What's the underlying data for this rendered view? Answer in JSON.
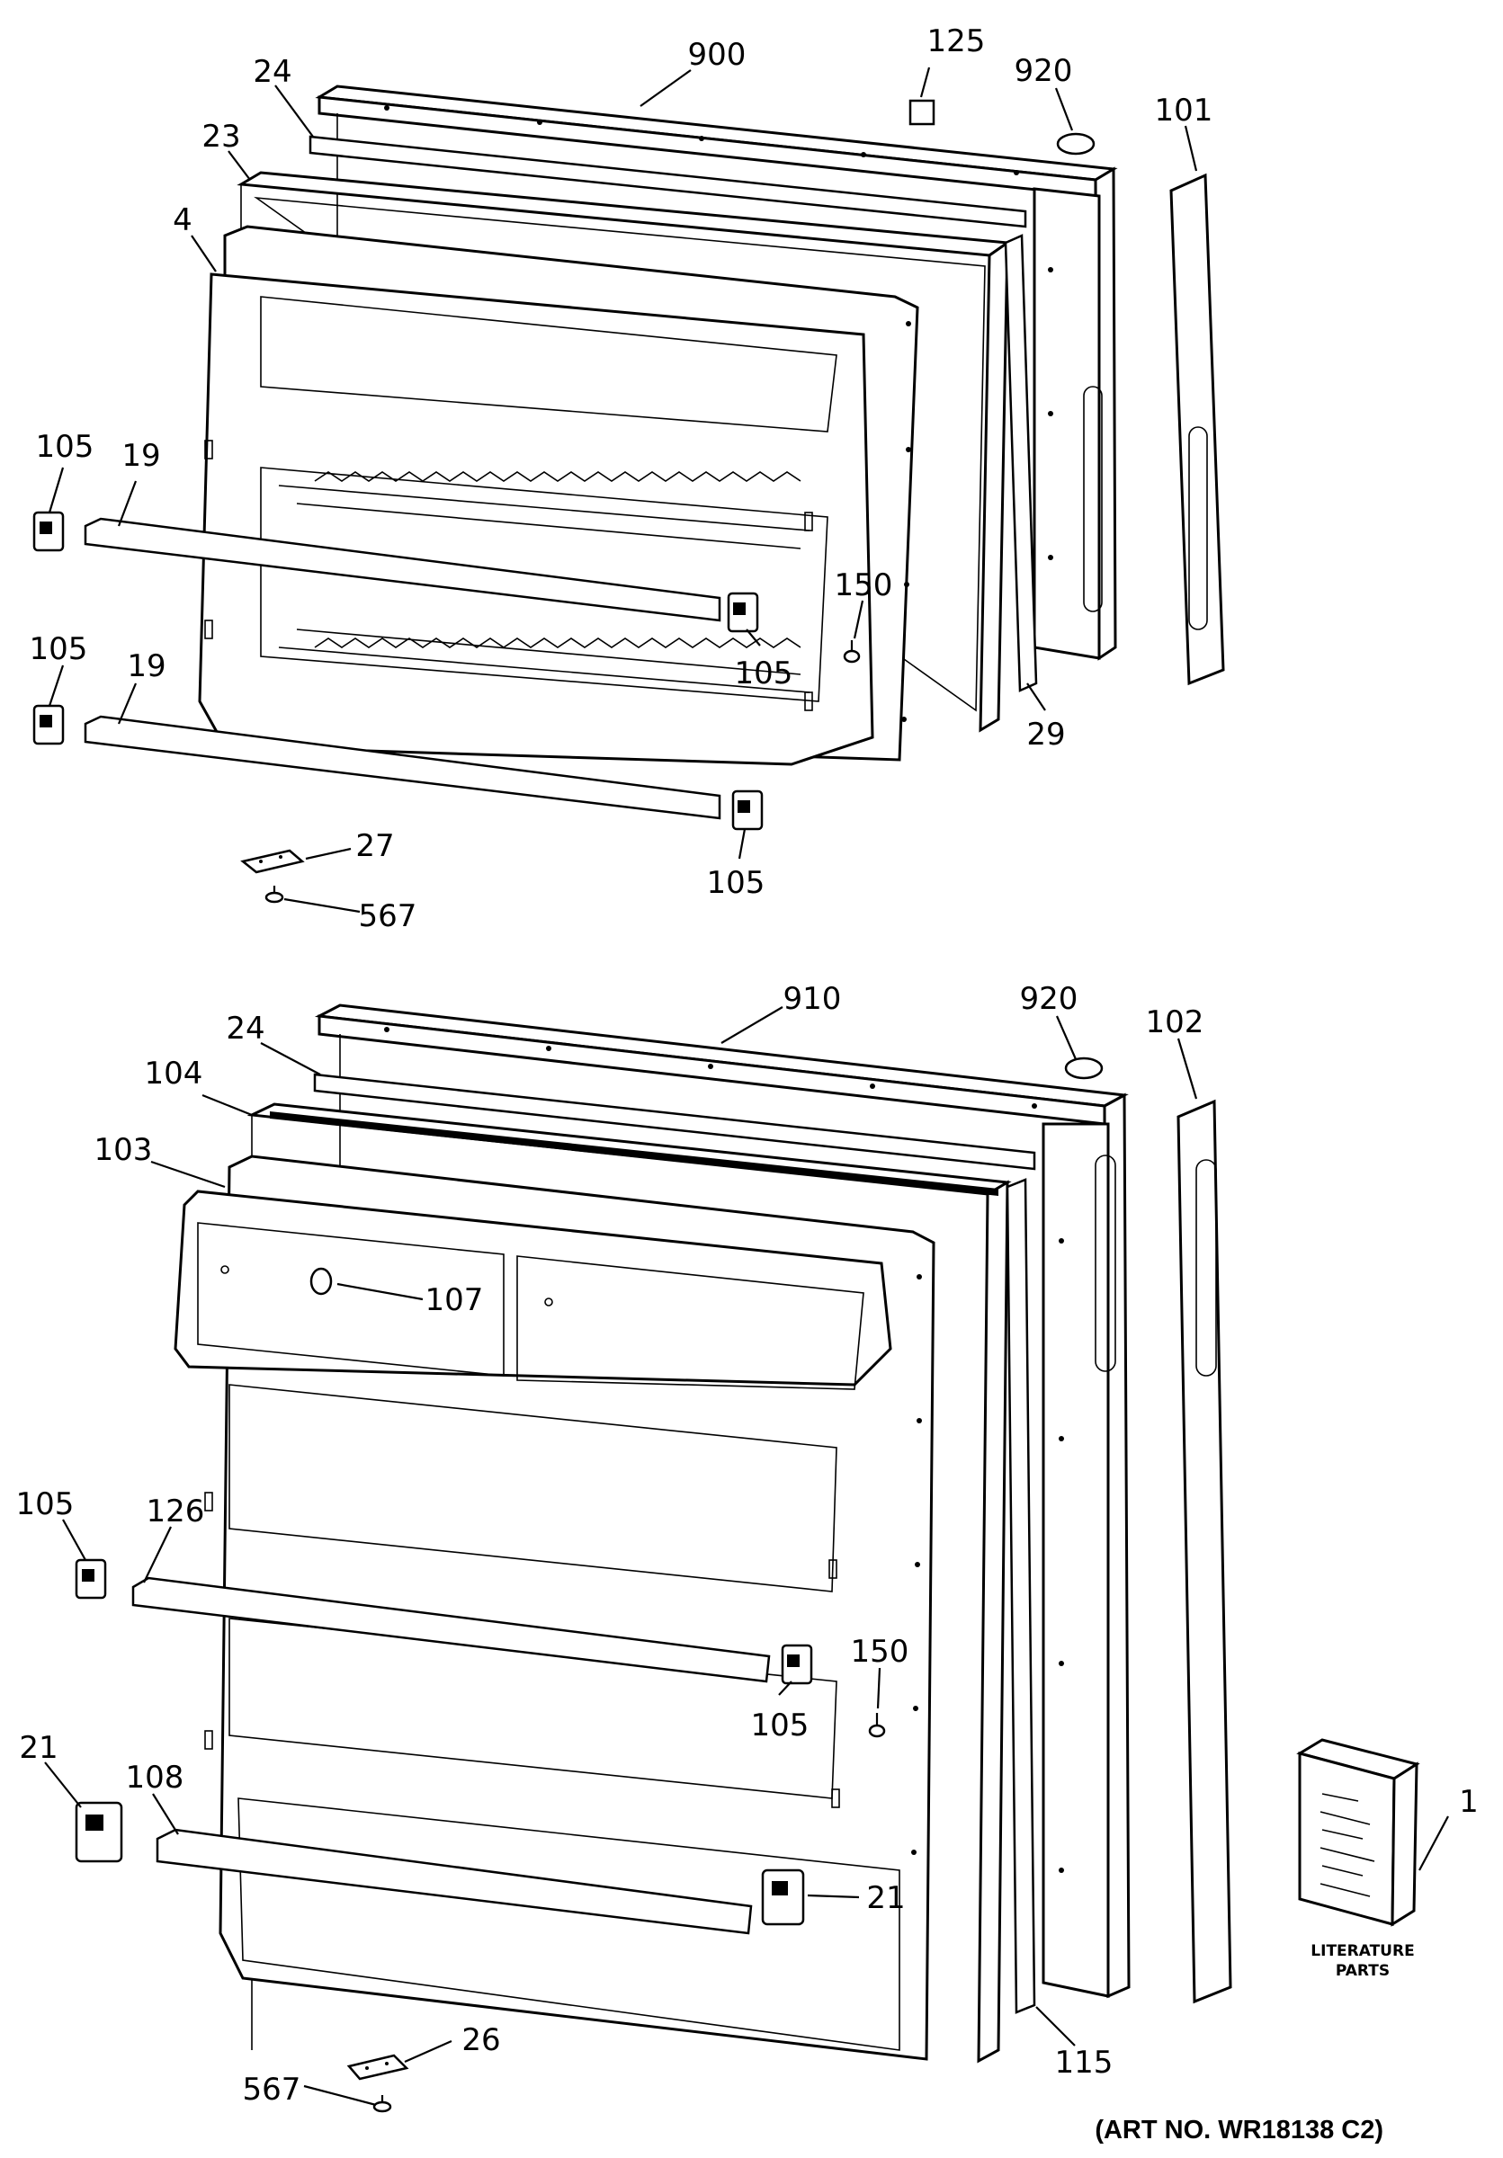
{
  "diagram": {
    "top_assembly": {
      "callouts": {
        "c900": "900",
        "c125": "125",
        "c920": "920",
        "c101": "101",
        "c24": "24",
        "c23": "23",
        "c4": "4",
        "c105a": "105",
        "c19a": "19",
        "c105b": "105",
        "c19b": "19",
        "c150": "150",
        "c105c": "105",
        "c29": "29",
        "c27": "27",
        "c567": "567",
        "c105d": "105"
      }
    },
    "bottom_assembly": {
      "callouts": {
        "c910": "910",
        "c920": "920",
        "c102": "102",
        "c24": "24",
        "c104": "104",
        "c103": "103",
        "c107": "107",
        "c105a": "105",
        "c126": "126",
        "c150": "150",
        "c105b": "105",
        "c21a": "21",
        "c108": "108",
        "c21b": "21",
        "c26": "26",
        "c567": "567",
        "c115": "115",
        "c1": "1"
      }
    },
    "literature_label": [
      "LITERATURE",
      "PARTS"
    ],
    "art_number": "(ART NO. WR18138 C2)"
  }
}
